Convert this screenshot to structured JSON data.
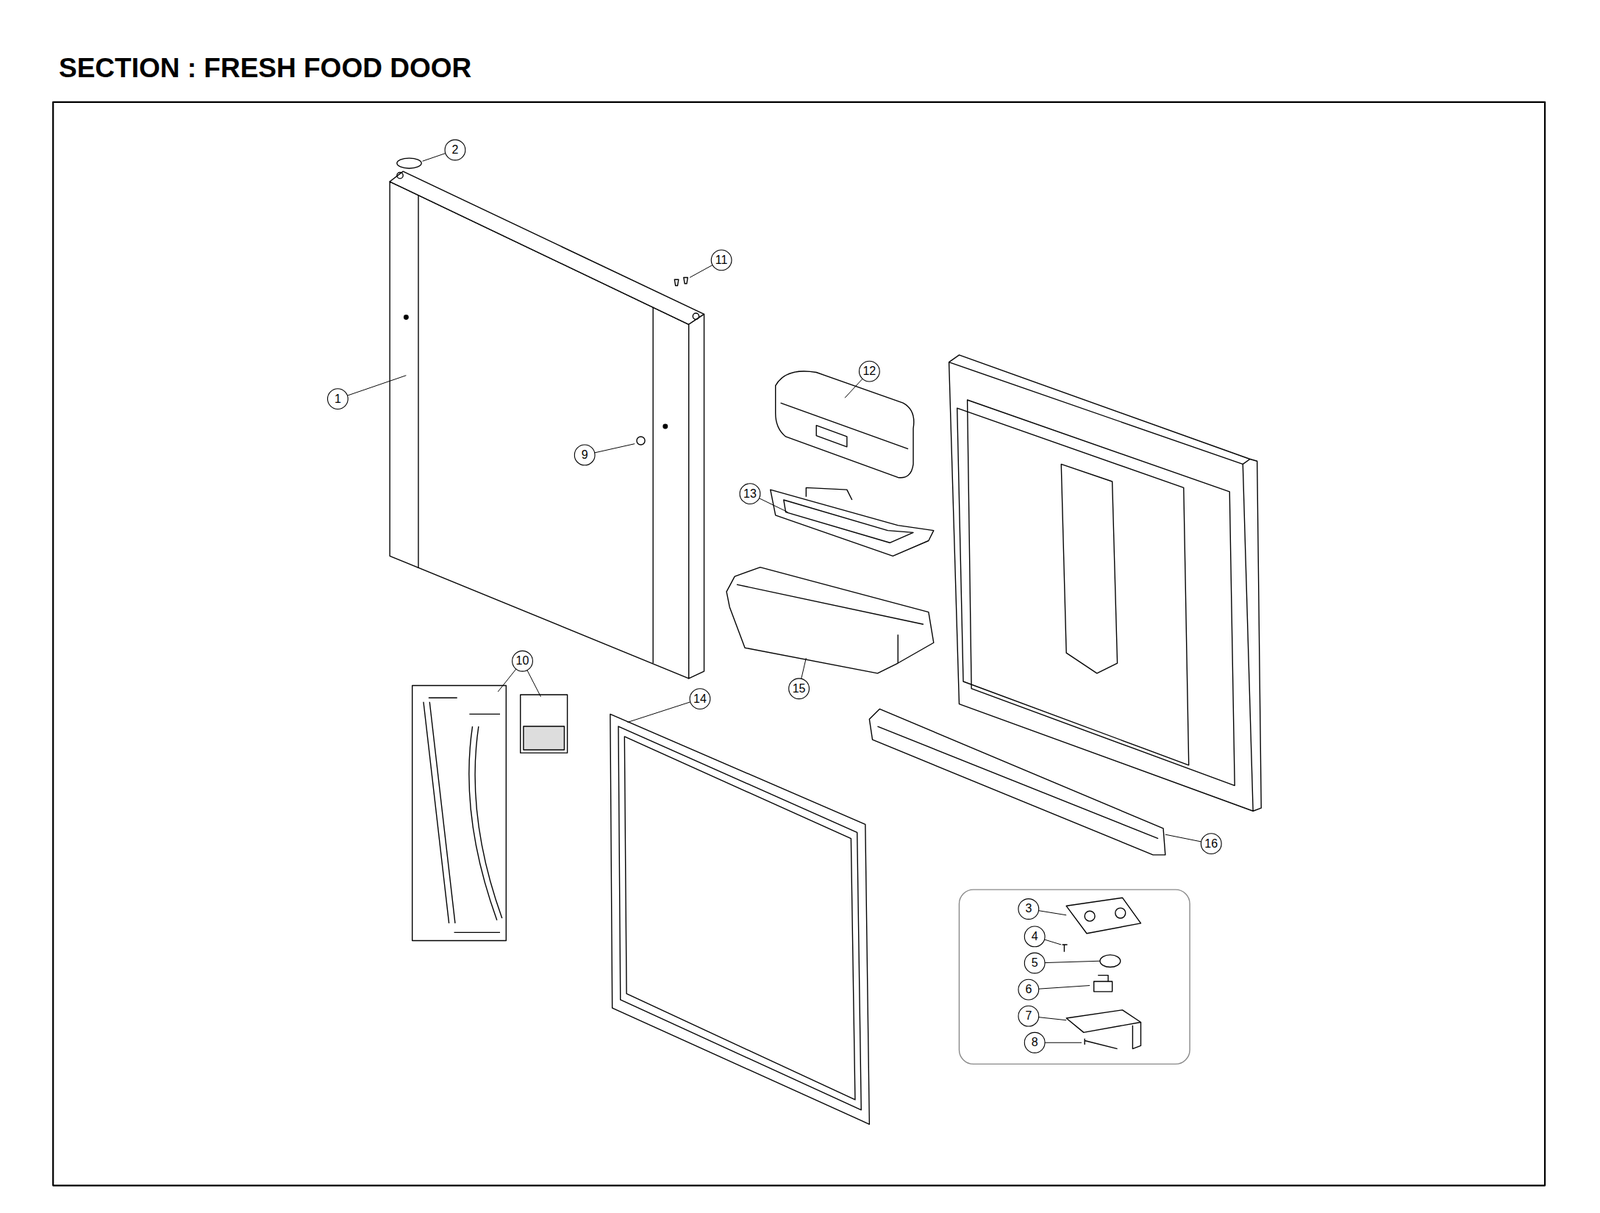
{
  "diagram": {
    "title": "SECTION : FRESH FOOD DOOR",
    "labels": [
      "2",
      "11",
      "1",
      "12",
      "9",
      "13",
      "15",
      "10",
      "14",
      "16",
      "3",
      "4",
      "5",
      "6",
      "7",
      "8"
    ]
  }
}
